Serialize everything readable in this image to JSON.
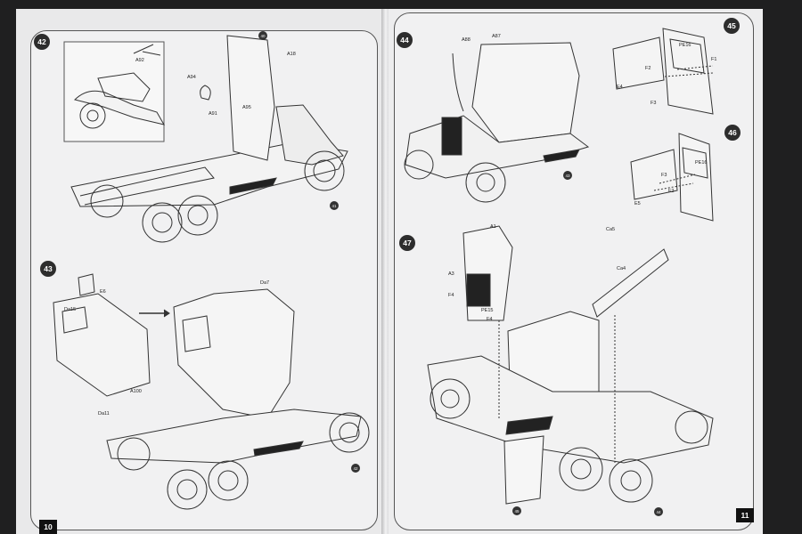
{
  "booklet": {
    "left_page": {
      "page_number": "10",
      "steps": [
        {
          "number": "42",
          "labels": [
            "A92",
            "A94",
            "A95",
            "A91",
            "A18",
            "40",
            "41"
          ]
        },
        {
          "number": "43",
          "labels": [
            "E6",
            "Da15",
            "A100",
            "Da11",
            "Da7",
            "42"
          ]
        }
      ]
    },
    "right_page": {
      "page_number": "11",
      "steps": [
        {
          "number": "44",
          "labels": [
            "A88",
            "A87",
            "43"
          ]
        },
        {
          "number": "45",
          "labels": [
            "PE16",
            "F2",
            "F1",
            "E4",
            "F3"
          ]
        },
        {
          "number": "46",
          "labels": [
            "PE16",
            "F3",
            "F2",
            "E5"
          ]
        },
        {
          "number": "47",
          "labels": [
            "A1",
            "Ca5",
            "A3",
            "Ca4",
            "F4",
            "PE15",
            "F4",
            "45",
            "44"
          ]
        }
      ]
    }
  }
}
